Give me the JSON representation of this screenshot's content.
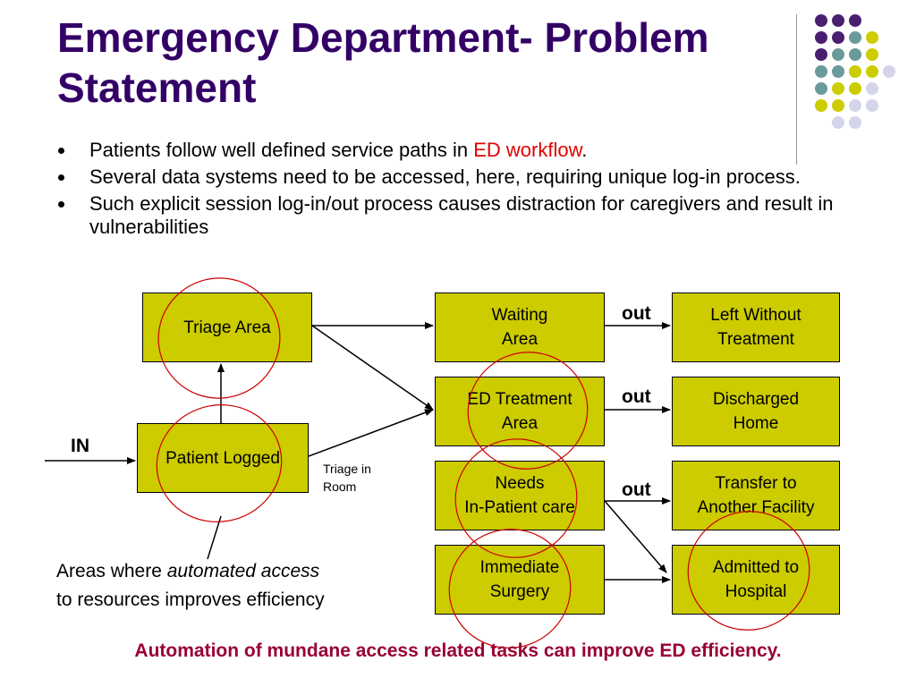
{
  "slide": {
    "title": "Emergency Department- Problem Statement",
    "bullets": [
      {
        "text_before": "Patients follow well defined service paths in ",
        "highlight": "ED workflow",
        "text_after": "."
      },
      {
        "text": "Several data systems need to be accessed, here, requiring unique log-in process."
      },
      {
        "text": "Such explicit session log-in/out process causes distraction for caregivers and result in vulnerabilities"
      }
    ],
    "highlight_color": "#e00000"
  },
  "diagram": {
    "boxes": {
      "triage_area": "Triage Area",
      "patient_logged": "Patient Logged",
      "waiting_area": "Waiting\nArea",
      "ed_treatment_area": "ED Treatment\nArea",
      "needs_inpatient_care": "Needs\nIn-Patient care",
      "immediate_surgery": "Immediate\nSurgery",
      "left_without_treatment": "Left Without\nTreatment",
      "discharged_home": "Discharged\nHome",
      "transfer_facility": "Transfer to\nAnother Facility",
      "admitted_hospital": "Admitted to\nHospital"
    },
    "labels": {
      "in": "IN",
      "out_1": "out",
      "out_2": "out",
      "out_3": "out",
      "triage_in_room": "Triage in\nRoom"
    },
    "annotation": {
      "prefix": "Areas where ",
      "emphasis": "automated access",
      "suffix": "to resources improves efficiency"
    },
    "box_color": "#cccc00",
    "circle_color": "#cc0000"
  },
  "footer": {
    "text": "Automation of mundane access related tasks can improve ED efficiency.",
    "color": "#990033"
  },
  "decor": {
    "dot_colors": {
      "purple": "#4b1f6f",
      "teal": "#6b9a9a",
      "olive": "#cccc00",
      "lavender": "#d4d4ea"
    }
  }
}
